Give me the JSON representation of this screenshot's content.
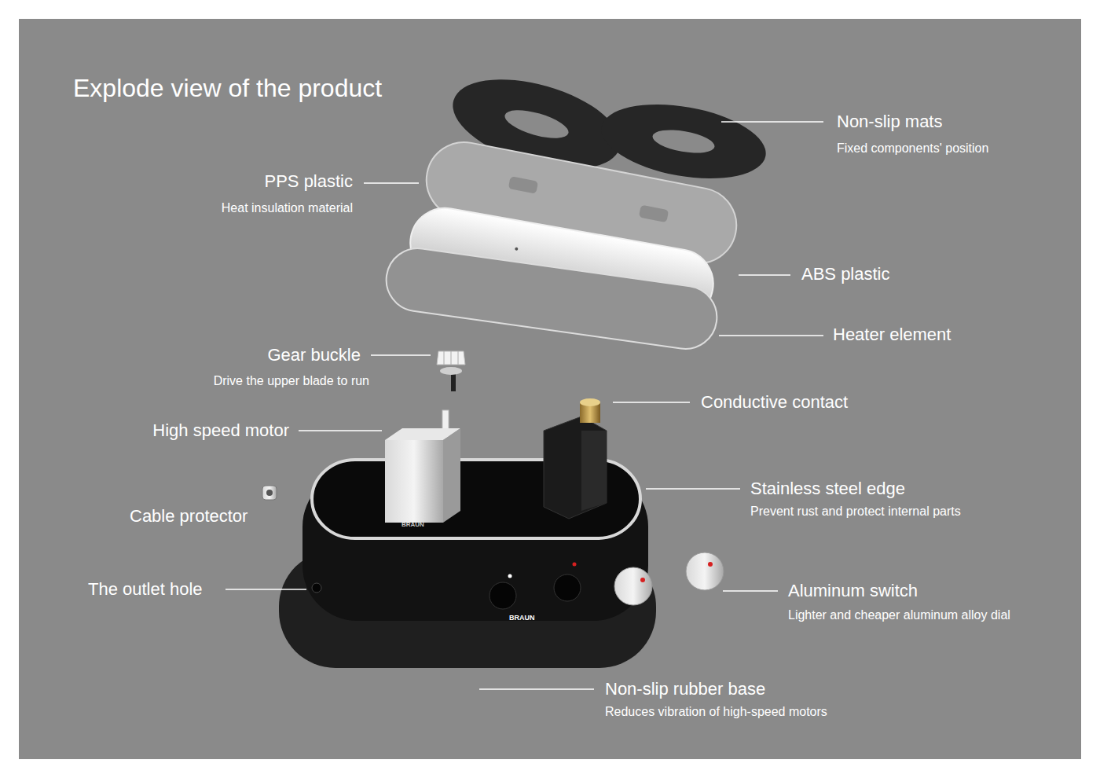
{
  "diagram": {
    "title": "Explode view of the product",
    "labels": [
      "Non-slip mats",
      "Fixed components' position",
      "PPS plastic",
      "Heat insulation material",
      "ABS plastic",
      "Heater element",
      "Gear buckle",
      "Drive the upper blade to run",
      "Conductive contact",
      "High speed motor",
      "Stainless steel edge",
      "Prevent rust and protect internal parts",
      "Cable protector",
      "The outlet hole",
      "Aluminum switch",
      "Lighter and cheaper aluminum alloy dial",
      "Non-slip rubber base",
      "Reduces vibration of high-speed motors",
      "BRAUN",
      "BRAUN"
    ]
  }
}
